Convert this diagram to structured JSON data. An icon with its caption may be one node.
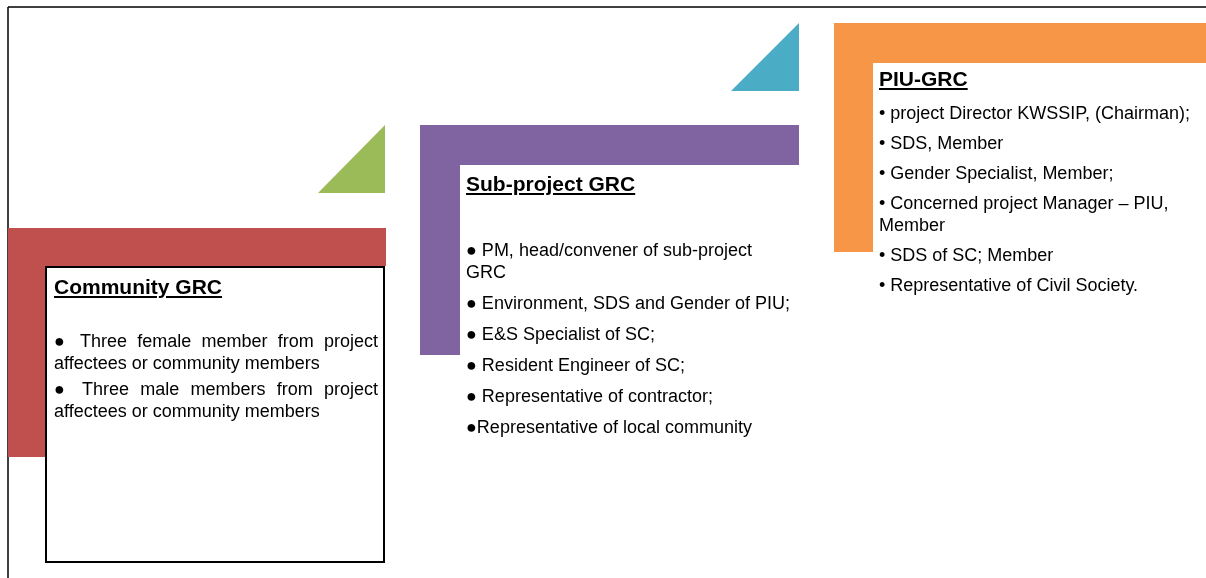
{
  "diagram": {
    "nodes": [
      {
        "text": [
          "Community GRC",
          "● Three female member from project affectees or community members",
          "● Three male members from project affectees or community members"
        ]
      },
      {
        "text": [
          "Sub-project GRC",
          "● PM, head/convener of sub-project GRC",
          "● Environment, SDS and Gender of PIU;",
          "● E&S Specialist of SC;",
          "● Resident Engineer of SC;",
          "● Representative of contractor;",
          "●Representative of local community"
        ]
      },
      {
        "text": [
          "PIU-GRC",
          "• project Director KWSSIP, (Chairman);",
          "• SDS, Member",
          "• Gender Specialist, Member;",
          "• Concerned project Manager – PIU, Member",
          "• SDS of SC; Member",
          "• Representative of Civil Society."
        ]
      }
    ],
    "edges": []
  }
}
